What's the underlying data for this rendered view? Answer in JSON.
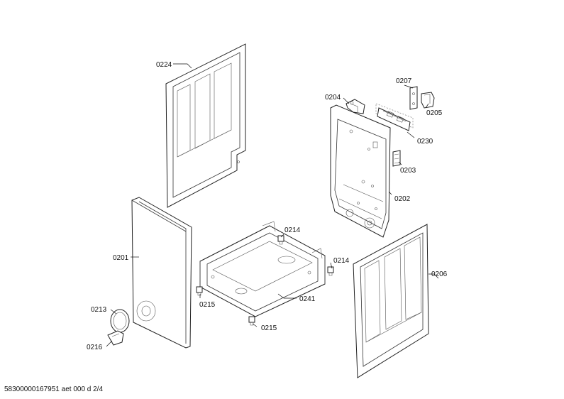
{
  "labels": {
    "p0224": "0224",
    "p0207": "0207",
    "p0204": "0204",
    "p0205": "0205",
    "p0230": "0230",
    "p0203": "0203",
    "p0202": "0202",
    "p0201": "0201",
    "p0214a": "0214",
    "p0214b": "0214",
    "p0206": "0206",
    "p0213": "0213",
    "p0215a": "0215",
    "p0241": "0241",
    "p0215b": "0215",
    "p0216": "0216"
  },
  "footer": {
    "doc_id": "58300000167951 aet 000 d 2/4"
  }
}
